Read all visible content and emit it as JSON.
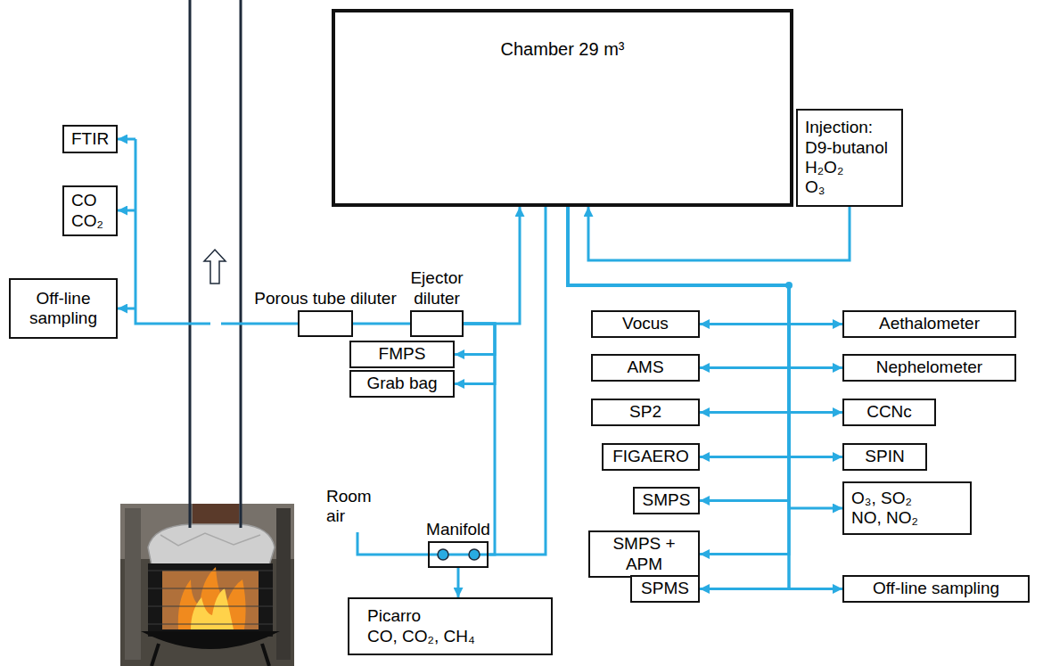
{
  "diagram": {
    "nodes": [
      {
        "text": [
          "Chamber 29 m³"
        ]
      },
      {
        "text": [
          "Injection:",
          "D9-butanol",
          "H₂O₂",
          "O₃"
        ]
      },
      {
        "text": [
          "FTIR"
        ]
      },
      {
        "text": [
          "CO",
          "CO₂"
        ]
      },
      {
        "text": [
          "Off-line sampling"
        ]
      },
      {
        "text": [
          "Porous tube diluter"
        ]
      },
      {
        "text": [
          "Ejector diluter"
        ]
      },
      {
        "text": [
          "FMPS"
        ]
      },
      {
        "text": [
          "Grab bag"
        ]
      },
      {
        "text": [
          "Manifold"
        ]
      },
      {
        "text": [
          "Picarro",
          "CO, CO₂, CH₄"
        ]
      },
      {
        "text": [
          "Vocus"
        ]
      },
      {
        "text": [
          "Aethalometer"
        ]
      },
      {
        "text": [
          "AMS"
        ]
      },
      {
        "text": [
          "Nephelometer"
        ]
      },
      {
        "text": [
          "SP2"
        ]
      },
      {
        "text": [
          "CCNc"
        ]
      },
      {
        "text": [
          "FIGAERO"
        ]
      },
      {
        "text": [
          "SPIN"
        ]
      },
      {
        "text": [
          "SMPS"
        ]
      },
      {
        "text": [
          "O₃, SO₂",
          "NO, NO₂"
        ]
      },
      {
        "text": [
          "SMPS + APM"
        ]
      },
      {
        "text": [
          "SPMS"
        ]
      },
      {
        "text": [
          "Off-line sampling"
        ]
      }
    ],
    "edges": [
      {
        "from": 5,
        "to": 6,
        "arrow": "none"
      },
      {
        "from": 6,
        "to": 0,
        "arrow": "to"
      },
      {
        "from": 6,
        "to": 7,
        "arrow": "to"
      },
      {
        "from": 6,
        "to": 8,
        "arrow": "to"
      },
      {
        "from": 6,
        "to": 9,
        "arrow": "none"
      },
      {
        "from": 0,
        "to": 9,
        "arrow": "none"
      },
      {
        "from": 9,
        "to": 10,
        "arrow": "to"
      },
      {
        "from": 1,
        "to": 0,
        "arrow": "to"
      },
      {
        "from": 0,
        "to": 11,
        "arrow": "to"
      },
      {
        "from": 0,
        "to": 12,
        "arrow": "to"
      },
      {
        "from": 0,
        "to": 13,
        "arrow": "to"
      },
      {
        "from": 0,
        "to": 14,
        "arrow": "to"
      },
      {
        "from": 0,
        "to": 15,
        "arrow": "to"
      },
      {
        "from": 0,
        "to": 16,
        "arrow": "to"
      },
      {
        "from": 0,
        "to": 17,
        "arrow": "to"
      },
      {
        "from": 0,
        "to": 18,
        "arrow": "to"
      },
      {
        "from": 0,
        "to": 19,
        "arrow": "to"
      },
      {
        "from": 0,
        "to": 20,
        "arrow": "to"
      },
      {
        "from": 0,
        "to": 21,
        "arrow": "to"
      },
      {
        "from": 0,
        "to": 22,
        "arrow": "to"
      },
      {
        "from": 0,
        "to": 23,
        "arrow": "to"
      }
    ],
    "labels": [
      "Room air"
    ]
  }
}
